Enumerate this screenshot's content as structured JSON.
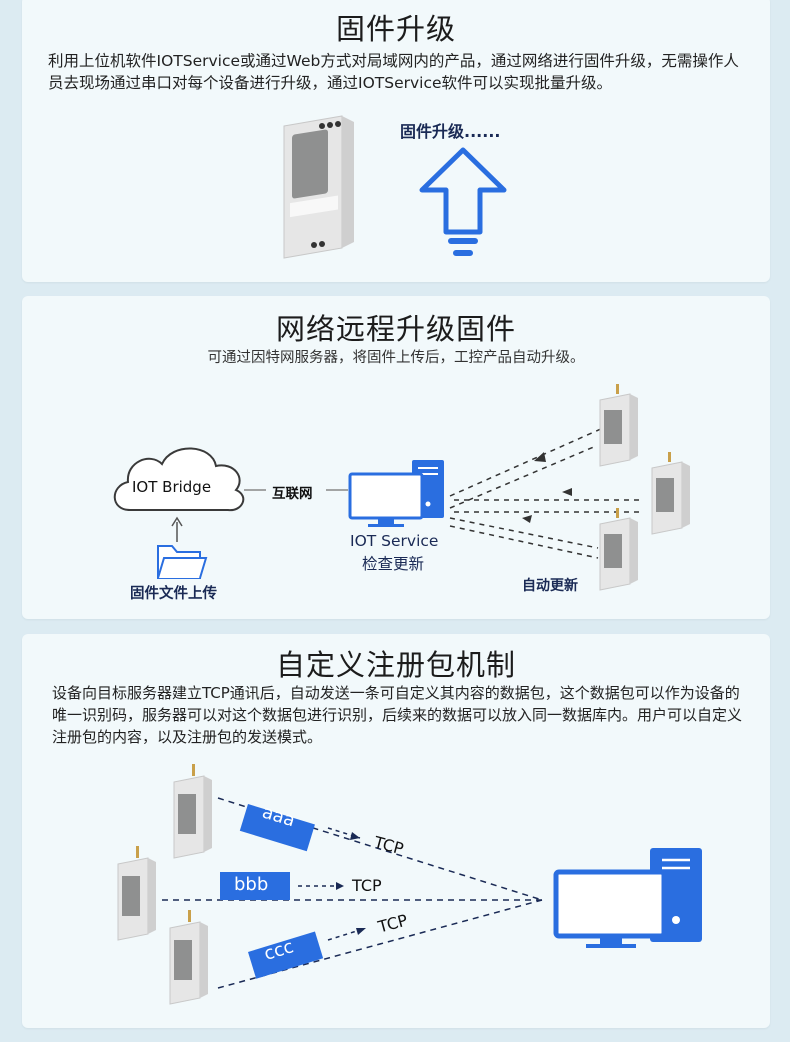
{
  "section1": {
    "title": "固件升级",
    "description": "利用上位机软件IOTService或通过Web方式对局域网内的产品，通过网络进行固件升级，无需操作人员去现场通过串口对每个设备进行升级，通过IOTService软件可以实现批量升级。",
    "arrow_caption": "固件升级......"
  },
  "section2": {
    "title": "网络远程升级固件",
    "subtitle": "可通过因特网服务器，将固件上传后，工控产品自动升级。",
    "cloud_label": "IOT Bridge",
    "link_label": "互联网",
    "folder_label": "固件文件上传",
    "service_label_1": "IOT Service",
    "service_label_2": "检查更新",
    "auto_update_label": "自动更新"
  },
  "section3": {
    "title": "自定义注册包机制",
    "description": "设备向目标服务器建立TCP通讯后，自动发送一条可自定义其内容的数据包，这个数据包可以作为设备的唯一识别码，服务器可以对这个数据包进行识别，后续来的数据可以放入同一数据库内。用户可以自定义注册包的内容，以及注册包的发送模式。",
    "packets": [
      "aaa",
      "bbb",
      "ccc"
    ],
    "protocol": "TCP"
  },
  "colors": {
    "accent": "#2a6ee0",
    "panel_bg": "#f2f9fb",
    "page_bg": "#dcebf2",
    "navy": "#1a2a55"
  }
}
